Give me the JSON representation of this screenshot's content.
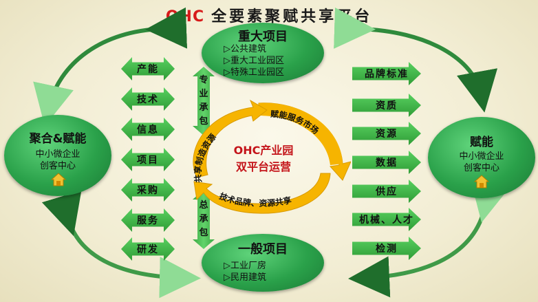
{
  "title": {
    "brand": "OHC",
    "text": "全要素聚赋共享平台"
  },
  "major_project": {
    "title": "重大项目",
    "items": [
      "▷公共建筑",
      "▷重大工业园区",
      "▷特殊工业园区"
    ]
  },
  "general_project": {
    "title": "一般项目",
    "items": [
      "▷工业厂房",
      "▷民用建筑"
    ]
  },
  "left_node": {
    "title": "聚合&赋能",
    "line1": "中小微企业",
    "line2": "创客中心"
  },
  "right_node": {
    "title": "赋能",
    "line1": "中小微企业",
    "line2": "创客中心"
  },
  "left_arrows": [
    "产能",
    "技术",
    "信息",
    "项目",
    "采购",
    "服务",
    "研发"
  ],
  "right_arrows": [
    "品牌标准",
    "资质",
    "资源",
    "数据",
    "供应",
    "机械、人才",
    "检测"
  ],
  "top_vertical": [
    "专",
    "业",
    "承",
    "包"
  ],
  "bottom_vertical": [
    "总",
    "承",
    "包"
  ],
  "center": {
    "line1": "OHC产业园",
    "line2": "双平台运营"
  },
  "ring_labels": {
    "right": "赋能服务市场",
    "bottom": "技术品牌、资源共享",
    "left": "共享制造资源"
  },
  "colors": {
    "brand_red": "#d71a1a",
    "green": "#2aa14a",
    "ring_yellow": "#f6b400"
  }
}
